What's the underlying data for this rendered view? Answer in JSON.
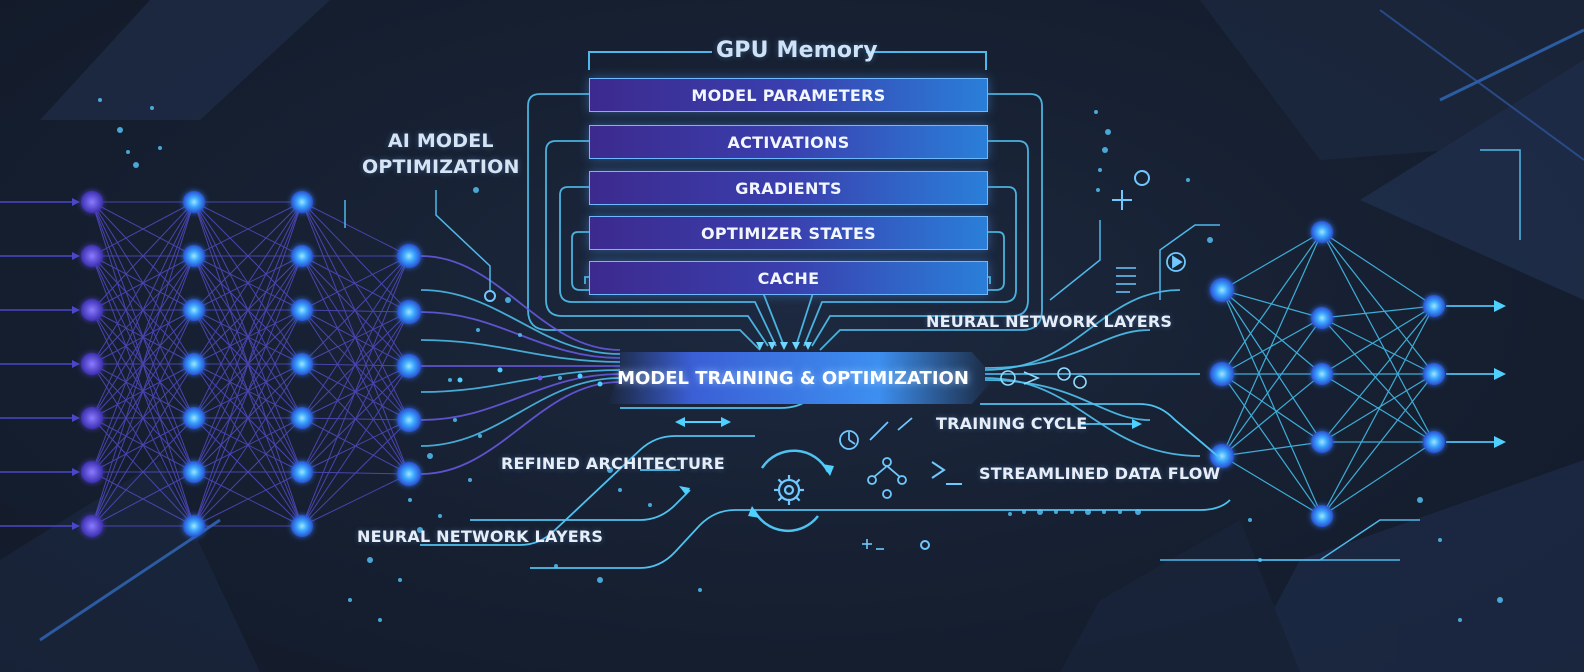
{
  "gpu_memory": {
    "title": "GPU Memory",
    "blocks": [
      "MODEL PARAMETERS",
      "ACTIVATIONS",
      "GRADIENTS",
      "OPTIMIZER STATES",
      "CACHE"
    ]
  },
  "ai_model_label": [
    "AI MODEL",
    "OPTIMIZATION"
  ],
  "main_process": "MODEL TRAINING & OPTIMIZATION",
  "labels": {
    "neural_layers_right": "NEURAL NETWORK LAYERS",
    "neural_layers_bottom": "NEURAL NETWORK LAYERS",
    "refined_architecture": "REFINED ARCHITECTURE",
    "training_cycle": "TRAINING CYCLE",
    "streamlined_data_flow": "STREAMLINED DATA FLOW"
  },
  "icons": [
    "gear-icon",
    "cycle-arrows-icon",
    "branch-icon",
    "terminal-icon",
    "plus-icon",
    "play-icon",
    "arrow-right-icon"
  ],
  "colors": {
    "background": "#172133",
    "accent_cyan": "#4fd1ff",
    "accent_violet": "#6a4fe0",
    "node_blue": "#3b9bff"
  }
}
